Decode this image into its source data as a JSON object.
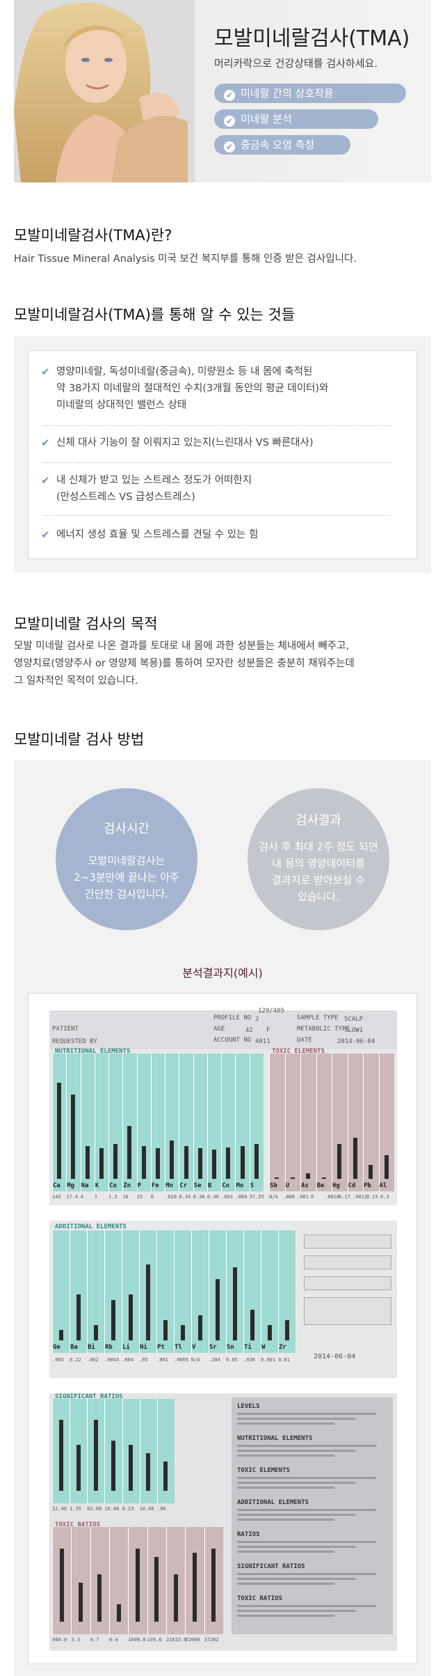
{
  "hero": {
    "title": "모발미네랄검사(TMA)",
    "subtitle": "머리카락으로 건강상태를 검사하세요.",
    "pills": [
      "미네랄 간의 상호작용",
      "미네랄 분석",
      "중금속 오염 측정"
    ]
  },
  "about": {
    "title": "모발미네랄검사(TMA)란?",
    "text": "Hair Tissue Mineral Analysis 미국 보건 복지부를 통해 인증 받은 검사입니다."
  },
  "learn": {
    "title": "모발미네랄검사(TMA)를 통해 알 수 있는 것들",
    "items": [
      [
        "영양미네랄, 독성미네랄(중금속), 미량원소 등 내 몸에 축적된",
        "약 38가지 미네랄의 절대적인 수치(3개월 동안의 평균 데이터)와",
        "미네랄의 상대적인 밸런스 상태"
      ],
      [
        "신체 대사 기능이 잘 이뤄지고 있는지(느린대사 VS 빠른대사)"
      ],
      [
        "내 신체가 받고 있는 스트레스 정도가 어떠한지",
        "(만성스트레스 VS 급성스트레스)"
      ],
      [
        "에너지 생성 효율 및 스트레스를 견딜 수 있는 힘"
      ]
    ]
  },
  "purpose": {
    "title": "모발미네랄 검사의 목적",
    "lines": [
      "모발 미네랄 검사로 나온 결과를 토대로 내 몸에 과한 성분들는 체내에서 빼주고,",
      "영양치료(영양주사 or 영양제 복용)를 통하여 모자란 성분들은 충분히 채워주는데",
      "그 일차적인 목적이 있습니다."
    ]
  },
  "method": {
    "title": "모발미네랄 검사 방법",
    "circle1": {
      "title": "검사시간",
      "lines": [
        "모발미네랄검사는",
        "2~3분만에 끝나는 아주",
        "간단한 검사입니다."
      ]
    },
    "circle2": {
      "title": "검사결과",
      "lines": [
        "검사 후 최대 2주 정도 되면",
        "내 몸의 영양데이터를",
        "결과지로 받아보실 수",
        "있습니다."
      ]
    },
    "result_title": "분석결과지(예시)"
  },
  "report": {
    "header_fields": [
      "PATIENT",
      "REQUESTED BY",
      "PROFILE NO",
      "AGE",
      "ACCOUNT NO",
      "SAMPLE TYPE",
      "METABOLIC TYPE",
      "DATE"
    ],
    "header_values": [
      "2",
      "42",
      "4011",
      "SCALP",
      "SLOW1",
      "2014-06-04",
      "F",
      "129/405"
    ],
    "nutritional_title": "NUTRITIONAL ELEMENTS",
    "toxic_title": "TOXIC ELEMENTS",
    "nutritional_symbols": [
      "Ca",
      "Mg",
      "Na",
      "K",
      "Cu",
      "Zn",
      "P",
      "Fe",
      "Mn",
      "Cr",
      "Se",
      "B",
      "Co",
      "Mo",
      "S"
    ],
    "nutritional_values": [
      "145",
      "17.4",
      "4",
      "1",
      "1.3",
      "16",
      "15",
      "6",
      ".020",
      "0.34",
      "0.36",
      "0.46",
      ".001",
      ".004",
      "37.55"
    ],
    "nutritional_levels": [
      0.82,
      0.72,
      0.28,
      0.26,
      0.3,
      0.45,
      0.28,
      0.26,
      0.33,
      0.28,
      0.26,
      0.25,
      0.27,
      0.28,
      0.3
    ],
    "toxic_symbols": [
      "Sb",
      "U",
      "As",
      "Be",
      "Hg",
      "Cd",
      "Pb",
      "Al"
    ],
    "toxic_values": [
      "N/A",
      ".000",
      ".001",
      "0",
      ".0010",
      "0.17",
      ".0011",
      "0.15",
      "0.3"
    ],
    "toxic_levels": [
      0.0,
      0.0,
      0.05,
      0.0,
      0.3,
      0.35,
      0.12,
      0.2
    ],
    "additional_title": "ADDITIONAL ELEMENTS",
    "additional_symbols": [
      "Ge",
      "Ba",
      "Bi",
      "Rb",
      "Li",
      "Ni",
      "Pt",
      "Tl",
      "V",
      "Sr",
      "Sn",
      "Ti",
      "W",
      "Zr"
    ],
    "additional_values": [
      ".005",
      "0.22",
      ".002",
      ".0043",
      ".004",
      ".05",
      ".001",
      ".0005",
      "N/A",
      ".204",
      "0.05",
      ".030",
      "0.001",
      "0.01"
    ],
    "additional_levels": [
      0.1,
      0.45,
      0.15,
      0.4,
      0.45,
      0.75,
      0.2,
      0.15,
      0.25,
      0.6,
      0.72,
      0.3,
      0.15,
      0.2
    ],
    "report_date": "2014-06-04",
    "significant_ratios_title": "SIGNIFICANT RATIOS",
    "significant_values": [
      "12.46",
      "1.35",
      "62.66",
      "16.00",
      "0.23",
      "10.66",
      ".96"
    ],
    "significant_levels": [
      0.85,
      0.55,
      0.85,
      0.6,
      0.55,
      0.45,
      0.35
    ],
    "toxic_ratios_title": "TOXIC RATIOS",
    "toxic_ratio_values": [
      "960.0",
      "3.3",
      "4.7",
      "0.4",
      "1600.0",
      "105.6",
      "21615.0",
      "72000",
      "37282"
    ],
    "toxic_ratio_levels": [
      0.85,
      0.45,
      0.55,
      0.2,
      0.85,
      0.75,
      0.55,
      0.8,
      0.85
    ],
    "legend_headers": [
      "LEVELS",
      "NUTRITIONAL ELEMENTS",
      "TOXIC ELEMENTS",
      "ADDITIONAL ELEMENTS",
      "RATIOS",
      "SIGNIFICANT RATIOS",
      "TOXIC RATIOS"
    ]
  }
}
